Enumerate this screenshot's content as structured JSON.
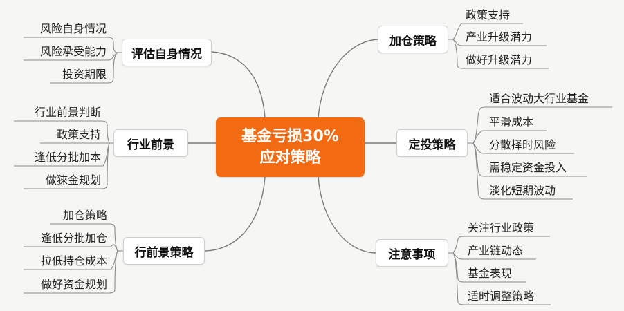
{
  "diagram": {
    "type": "mind-map",
    "colors": {
      "center_fill": "#f26a12",
      "center_text": "#ffffff",
      "branch_fill": "#ffffff",
      "branch_border": "#cfcfcf",
      "connector": "#7a7a7a",
      "background": "#f6f6f4"
    },
    "center": {
      "line1": "基金亏损30%",
      "line2": "应对策略"
    },
    "branches": [
      {
        "label": "评估自身情况",
        "side": "left",
        "children": [
          "风险自身情况",
          "风险承受能力",
          "投资期限"
        ]
      },
      {
        "label": "行业前景",
        "side": "left",
        "children": [
          "行业前景判断",
          "政策支持",
          "逢低分批加本",
          "做猍金规划"
        ]
      },
      {
        "label": "行前景策略",
        "side": "left",
        "children": [
          "加仓策略",
          "逢低分批加仓",
          "拉低持仓成本",
          "做好资金规划"
        ]
      },
      {
        "label": "加仓策略",
        "side": "right",
        "children": [
          "政策支持",
          "产业升级潜力",
          "做好升级潜力"
        ]
      },
      {
        "label": "定投策略",
        "side": "right",
        "children": [
          "适合波动大行业基金",
          "平滑成本",
          "分散择时风险",
          "需稳定资金投入",
          "淡化短期波动"
        ]
      },
      {
        "label": "注意事项",
        "side": "right",
        "children": [
          "关注行业政策",
          "产业链动态",
          "基金表现",
          "适时调整策略"
        ]
      }
    ]
  }
}
